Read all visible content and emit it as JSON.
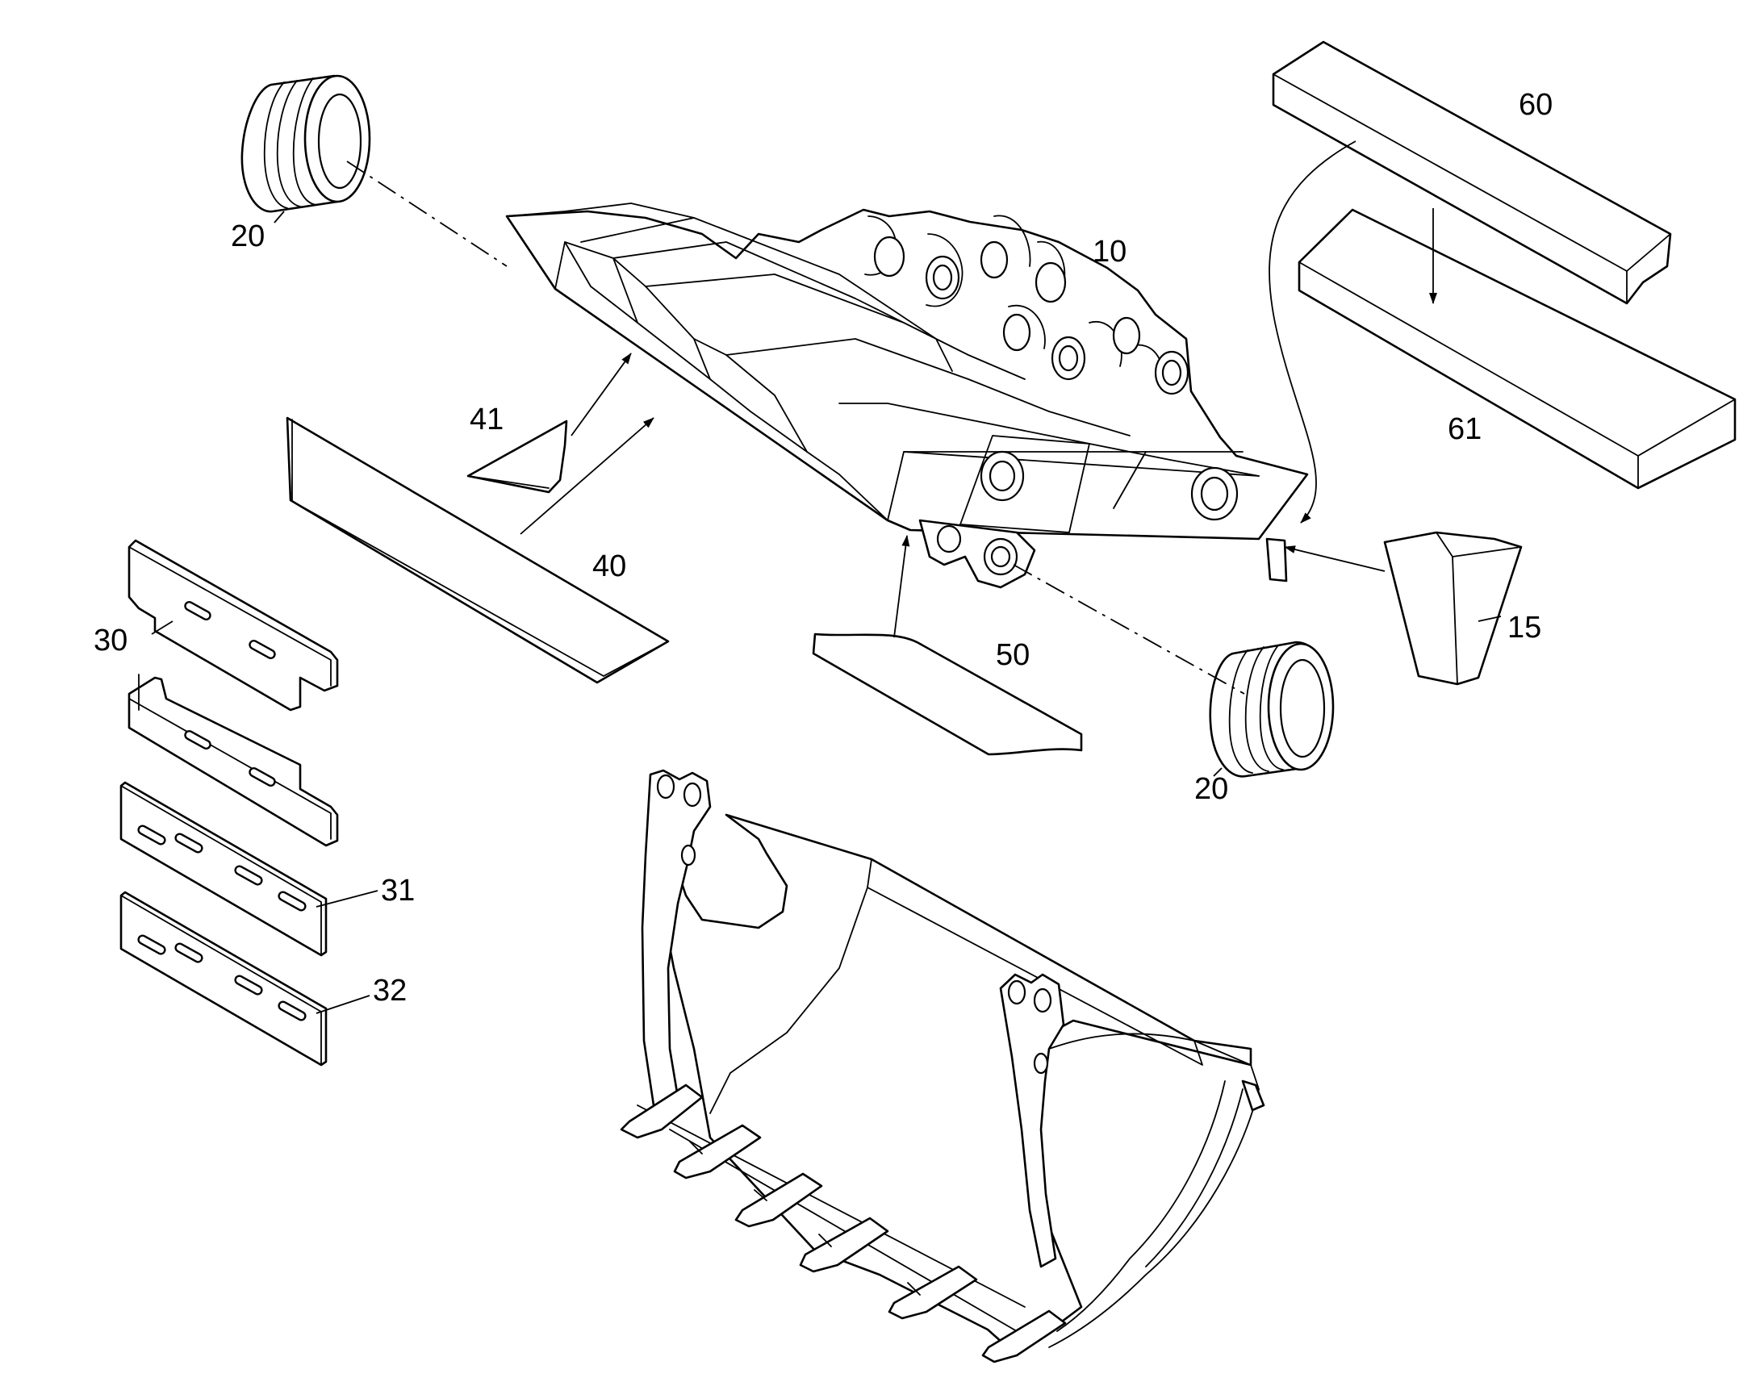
{
  "figure": {
    "line_color": "#000000",
    "background": "#ffffff",
    "labels": {
      "boom": "10",
      "insert": "15",
      "bushing_top": "20",
      "bushing_bottom": "20",
      "plate_30": "30",
      "plate_31": "31",
      "plate_32": "32",
      "strip_40": "40",
      "wedge_41": "41",
      "pad_50": "50",
      "block_60": "60",
      "block_61": "61"
    }
  }
}
